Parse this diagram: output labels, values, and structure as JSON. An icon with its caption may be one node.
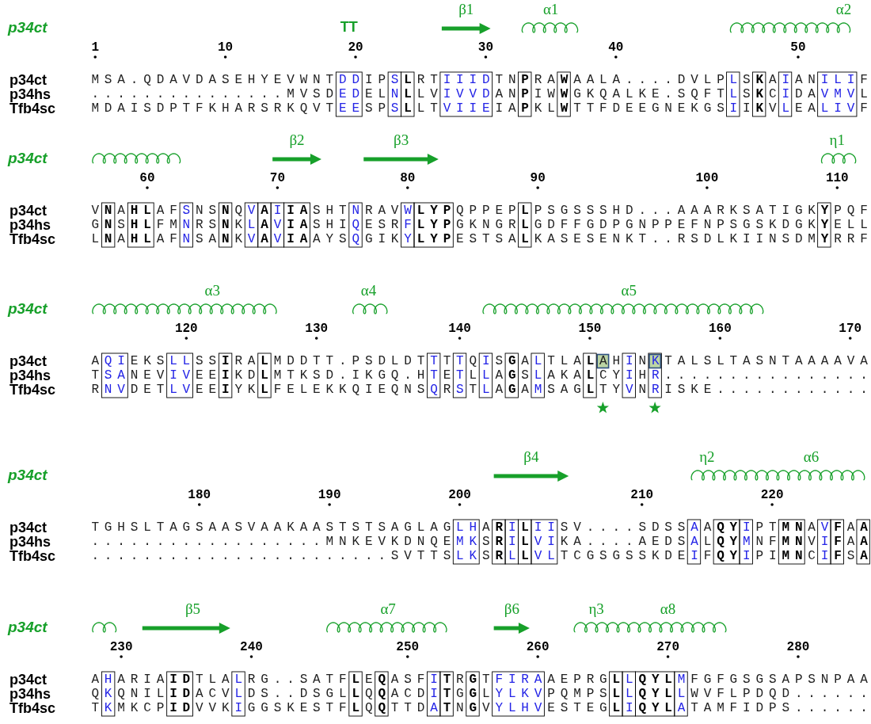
{
  "diagram": {
    "labels": [
      "p34ct",
      "TT",
      "β1",
      "α1",
      "α2",
      "1",
      "10",
      "20",
      "30",
      "40",
      "50",
      "p34ct",
      "MSA.QDAVDASEHYEVWNTDDIPSLRTIIIDTNPRAWAALA....DVLPLSKAIANILIF",
      "p34hs",
      "...............MVSDEDELNLLVIVVDANPIWWGKQALKE.SQFTLSKCIDAVMVL",
      "Tfb4sc",
      "MDAISDPTFKHARSRKQVTEESPSLLTVIIEIAPKLWTTFDEEGNEKGSIIKVLEALIVF",
      "p34ct",
      "β2",
      "β3",
      "η1",
      "60",
      "70",
      "80",
      "90",
      "100",
      "110",
      "p34ct",
      "VNAHLAFSNSNQVAIIASHTNRAVWLYPQPPEPLPSGSSSHD...AAARKSATIGKYPQF",
      "p34hs",
      "GNSHLFMNRSNKLAVIASHIQESRFLYPGKNGRLGDFFGDPGNPPEFNPSGSKDGKYELL",
      "Tfb4sc",
      "LNAHLAFNSANKVAVIAAYSQGIKYLYPESTSALKASESENKT..RSDLKIINSDMYRRF",
      "p34ct",
      "α3",
      "α4",
      "α5",
      "120",
      "130",
      "140",
      "150",
      "160",
      "170",
      "p34ct",
      "AQIEKSLLSSIRALMDDTT.PSDLDTTTTQISGALTLALAHINKTALSLTASNTAAAAVA",
      "p34hs",
      "TSANEVIVEEIKDLMTKSD.IKGQ.HTETLLAGSLAKALCYIHR................",
      "Tfb4sc",
      "RNVDETLVEEIYKLFELEKKQIEQNSQRSTLAGAMSAGLTYVNRISKE............",
      "p34ct",
      "β4",
      "η2",
      "α6",
      "180",
      "190",
      "200",
      "210",
      "220",
      "p34ct",
      "TGHSLTAGSAASVAAKAASTSTSAGLAGLHARILIISV....SDSSAAQYIPTMNAVFAA",
      "p34hs",
      "..................MNKEVKDNQEMKSRILVIKA....AEDSALQYMNFMNVIFAA",
      "Tfb4sc",
      ".......................SVTTSLKSRLLVLTCGSGSSKDEIFQYIPIMNCIFSA",
      "p34ct",
      "β5",
      "α7",
      "β6",
      "η3",
      "α8",
      "230",
      "240",
      "250",
      "260",
      "270",
      "280",
      "p34ct",
      "AHARIAIDTLALRG..SATFLEQASFITRGTFIRAAEPRGLLQYLMFGFGSGSAPSNPAA",
      "p34hs",
      "QKQNILIDACVLDS..DSGLLQQACDITGGLYLKVPQMPSLLQYLLWVFLPDQD......",
      "Tfb4sc",
      "TKMKCPIDVVKIGGSKESTFLQQTTDATNGVYLHVESTEGLIQYLATAMFIDPS......"
    ]
  }
}
